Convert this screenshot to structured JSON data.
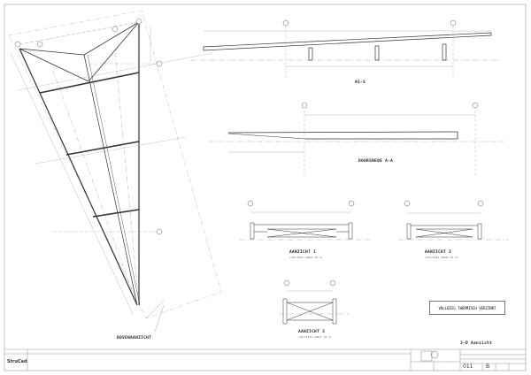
{
  "views": {
    "section_top": "AS-5",
    "section_aa": "DOORSNEDE A-A",
    "plan": "BOVENAANZICHT",
    "elev1": "AANZICHT 1",
    "elev1_sub": "(VOLLEDIG VANAF AS 2)",
    "elev2": "AANZICHT 2",
    "elev2_sub": "(VOLLEDIG VANAF AS 2)",
    "elev3": "AANZICHT 3",
    "elev3_sub": "(VOLLEDIG VANAF AS 2)"
  },
  "stamp": "VOLLEDIG THERMISCH VERZINKT",
  "sheet_title": "3-D Aanzicht",
  "title_block": {
    "software": "StruCad",
    "drawing_number": "011",
    "revision": "B",
    "dash": "-"
  },
  "colors": {
    "line": "#333333",
    "dim": "#777777",
    "paper": "#ffffff"
  }
}
